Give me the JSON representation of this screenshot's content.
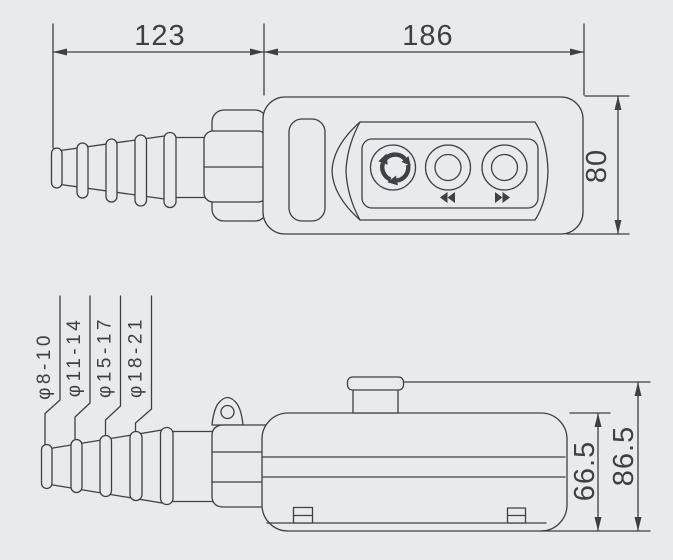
{
  "drawing": {
    "colors": {
      "background": "#e9eaed",
      "line": "#3c4146"
    },
    "top_view": {
      "dim_boot_length": "123",
      "dim_body_length": "186",
      "dim_body_width": "80",
      "buttons": {
        "rotary_icon": "rotate-clockwise-arrows",
        "left_icon": "double-left-arrow",
        "right_icon": "double-right-arrow"
      }
    },
    "side_view": {
      "dim_body_height": "66.5",
      "dim_total_height": "86.5",
      "cable_ranges": [
        {
          "label": "φ8-10"
        },
        {
          "label": "φ11-14"
        },
        {
          "label": "φ15-17"
        },
        {
          "label": "φ18-21"
        }
      ]
    }
  }
}
